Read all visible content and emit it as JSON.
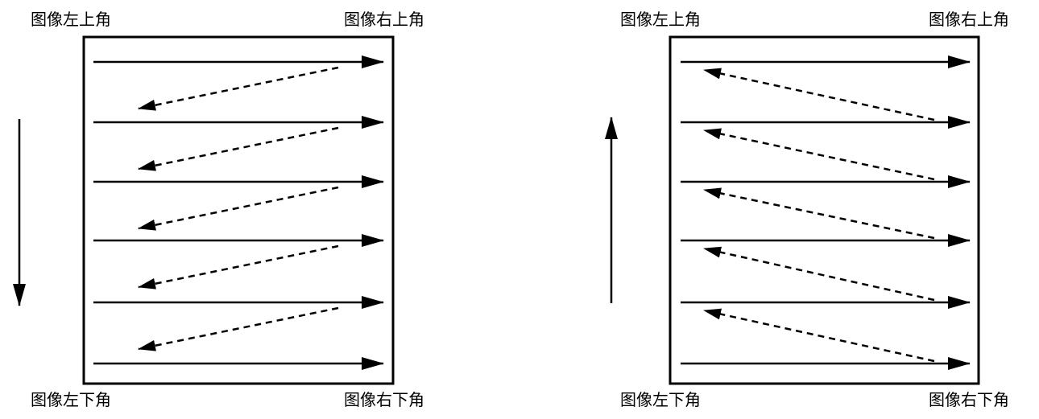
{
  "diagrams": [
    {
      "id": "left",
      "scan_order": "top-to-bottom",
      "row_count": 6,
      "labels": {
        "top_left": "图像左上角",
        "top_right": "图像右上角",
        "bottom_left": "图像左下角",
        "bottom_right": "图像右下角"
      }
    },
    {
      "id": "right",
      "scan_order": "bottom-to-top",
      "row_count": 6,
      "labels": {
        "top_left": "图像左上角",
        "top_right": "图像右上角",
        "bottom_left": "图像左下角",
        "bottom_right": "图像右下角"
      }
    }
  ],
  "colors": {
    "stroke": "#000000",
    "background": "#ffffff"
  }
}
